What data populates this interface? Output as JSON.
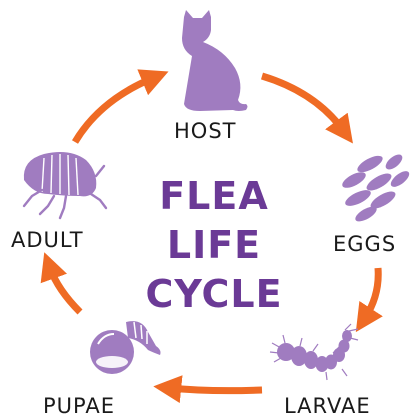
{
  "title": {
    "lines": [
      "FLEA",
      "LIFE",
      "CYCLE"
    ],
    "color": "#6b3a96"
  },
  "stages": {
    "host": {
      "label": "HOST",
      "icon": "cat-icon"
    },
    "eggs": {
      "label": "EGGS",
      "icon": "flea-eggs-icon"
    },
    "larvae": {
      "label": "LARVAE",
      "icon": "flea-larva-icon"
    },
    "pupae": {
      "label": "PUPAE",
      "icon": "flea-pupa-icon"
    },
    "adult": {
      "label": "ADULT",
      "icon": "adult-flea-icon"
    }
  },
  "colors": {
    "icon": "#a07cc0",
    "arrow": "#ef6b24",
    "text": "#1a1a1a"
  }
}
